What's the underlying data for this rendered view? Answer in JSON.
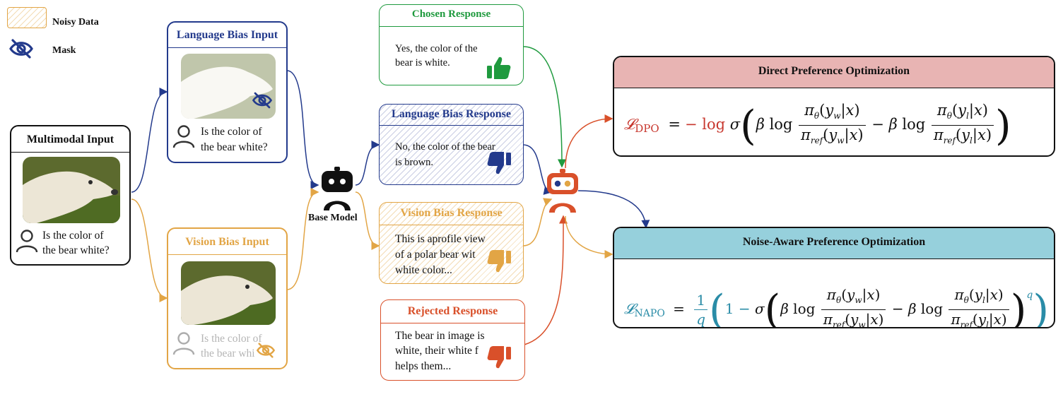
{
  "legend": {
    "noisy_label": "Noisy Data",
    "mask_label": "Mask"
  },
  "multimodal": {
    "title": "Multimodal Input",
    "question_line1": "Is the color of",
    "question_line2": "the bear white?"
  },
  "language_input": {
    "title": "Language Bias Input",
    "question_line1": "Is the color of",
    "question_line2": "the bear white?"
  },
  "vision_input": {
    "title": "Vision Bias Input",
    "question_line1": "Is the color of",
    "question_line2": "the bear whi"
  },
  "base_model": {
    "label": "Base Model"
  },
  "chosen": {
    "title": "Chosen Response",
    "line1": "Yes, the color of the",
    "line2": "bear is white."
  },
  "language_resp": {
    "title": "Language Bias Response",
    "line1": "No, the color of the bear",
    "line2": "is brown."
  },
  "vision_resp": {
    "title": "Vision Bias Response",
    "line1": "This is aprofile view",
    "line2": "of a polar bear wit",
    "line3": "white color..."
  },
  "rejected": {
    "title": "Rejected Response",
    "line1": "The bear in image is",
    "line2": "white, their white f",
    "line3": "helps them..."
  },
  "dpo": {
    "title": "Direct Preference Optimization"
  },
  "napo": {
    "title": "Noise-Aware Preference Optimization"
  },
  "colors": {
    "blue": "#233a8c",
    "orange": "#e2a545",
    "green": "#1f9a3e",
    "red": "#d9502a",
    "dpo_header": "#e8b4b3",
    "napo_header": "#96d0dc",
    "napo_formula": "#2a8ca7",
    "dpo_formula": "#c8382f"
  },
  "icons": [
    "mask-icon",
    "person-icon",
    "thumbs-up-icon",
    "thumbs-down-icon",
    "robot-icon"
  ]
}
